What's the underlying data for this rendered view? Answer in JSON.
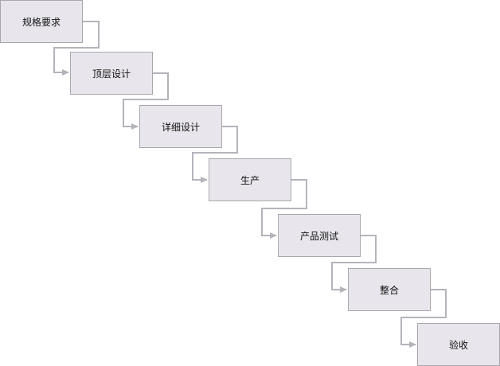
{
  "steps": [
    {
      "label": "规格要求"
    },
    {
      "label": "顶层设计"
    },
    {
      "label": "详细设计"
    },
    {
      "label": "生产"
    },
    {
      "label": "产品测试"
    },
    {
      "label": "整合"
    },
    {
      "label": "验收"
    }
  ],
  "colors": {
    "box_fill": "#e8e6ec",
    "box_border": "#a9a7ad",
    "connector": "#b5b3bb",
    "text": "#111111"
  }
}
